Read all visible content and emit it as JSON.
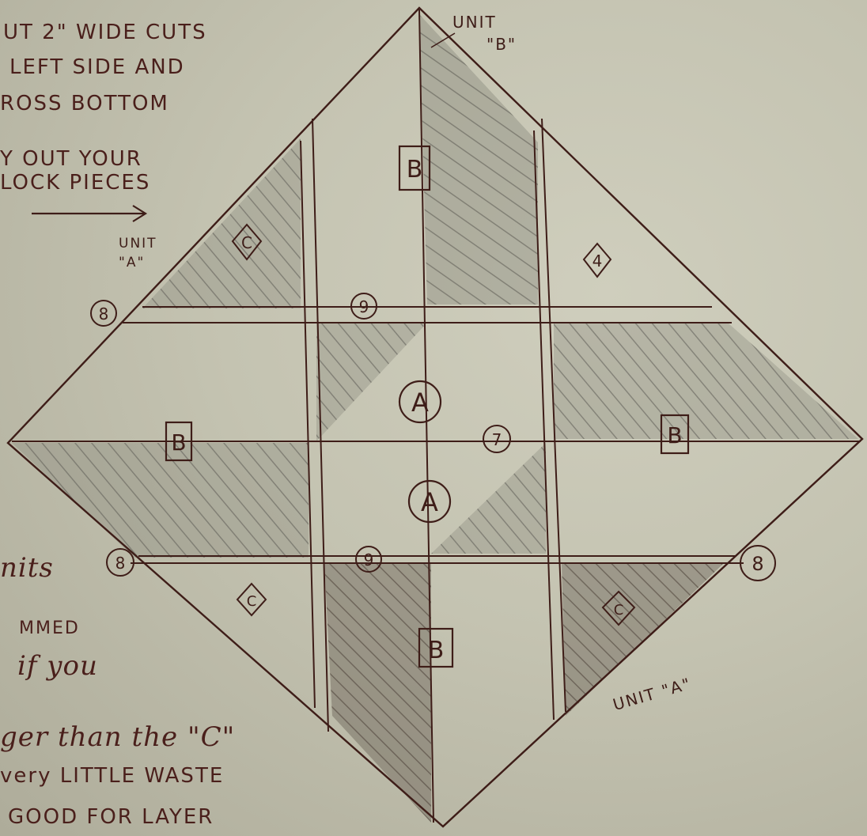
{
  "notes_left": [
    "UT 2\" WIDE CUTS",
    "LEFT SIDE AND",
    "ROSS BOTTOM",
    "Y OUT YOUR",
    "LOCK PIECES"
  ],
  "notes_left_lower": {
    "units": "nits",
    "trimmed": "MMED",
    "if_you": "if you",
    "bigger": "ger than the \"C\"",
    "waste": "very LITTLE WASTE",
    "layer": "GOOD FOR LAYER"
  },
  "unit_labels": {
    "unit_b_line1": "UNIT",
    "unit_b_line2": "\"B\"",
    "unit_a_top_line1": "UNIT",
    "unit_a_top_line2": "\"A\"",
    "unit_a_bottom": "UNIT \"A\""
  },
  "piece_labels": {
    "box_b": "B",
    "circle_a": "A",
    "diamond_c": "C",
    "diamond_4": "4",
    "circle_8": "8",
    "circle_9": "9",
    "circle_7": "7"
  },
  "colors": {
    "ink": "#3e1d18",
    "pencil_shading": "#6b6a62",
    "paper": "#c4c3b1"
  }
}
